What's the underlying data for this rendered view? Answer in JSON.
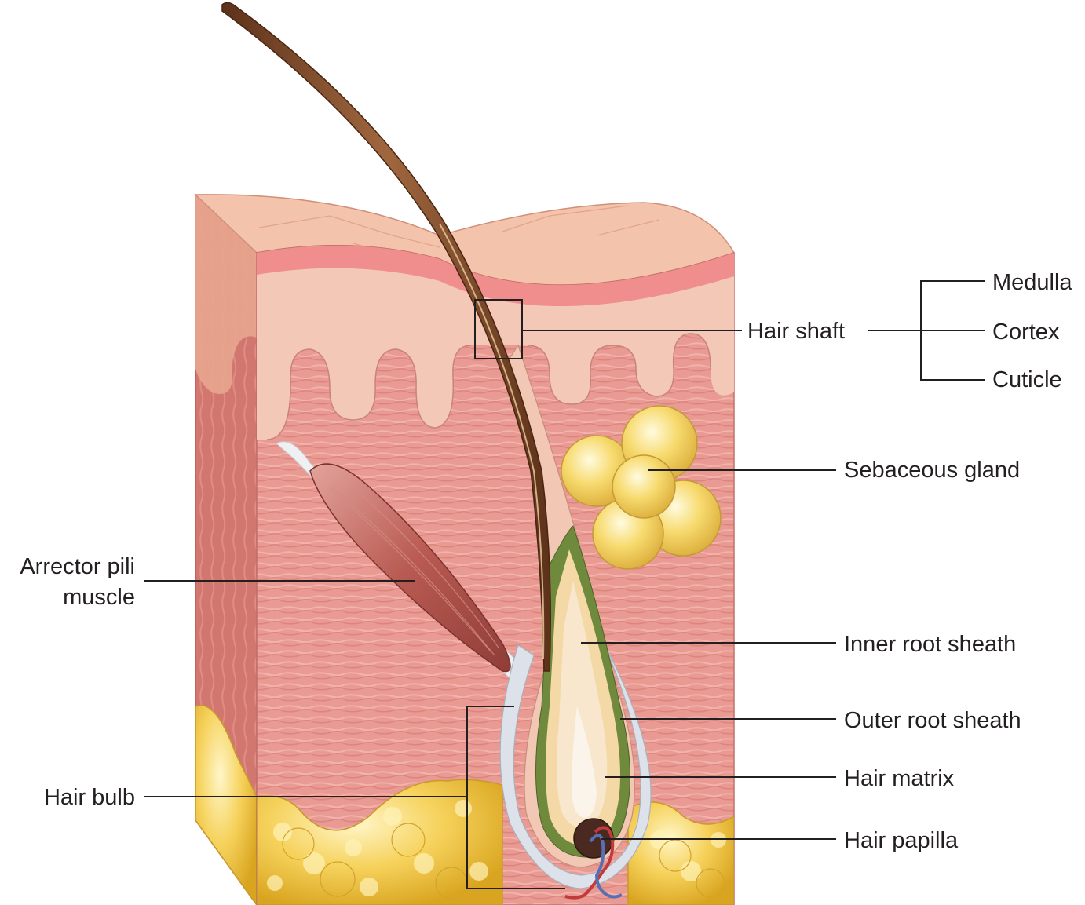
{
  "labels": {
    "hair_shaft": "Hair shaft",
    "medulla": "Medulla",
    "cortex": "Cortex",
    "cuticle": "Cuticle",
    "sebaceous_gland": "Sebaceous gland",
    "arrector_pili_line1": "Arrector pili",
    "arrector_pili_line2": "muscle",
    "inner_root_sheath": "Inner root sheath",
    "outer_root_sheath": "Outer root sheath",
    "hair_matrix": "Hair matrix",
    "hair_bulb": "Hair bulb",
    "hair_papilla": "Hair papilla"
  },
  "colors": {
    "dermis": "#e8968f",
    "dermis_dark": "#c8655e",
    "epidermis": "#f2c8b5",
    "stratum": "#f08a8a",
    "skin_top": "#f5c2ad",
    "fat": "#f2cf52",
    "hair": "#7a4526",
    "muscle": "#b5524b",
    "sheath_outer": "#dfe3ea",
    "sheath_green": "#6f8a3c",
    "gland": "#f5d76a"
  }
}
